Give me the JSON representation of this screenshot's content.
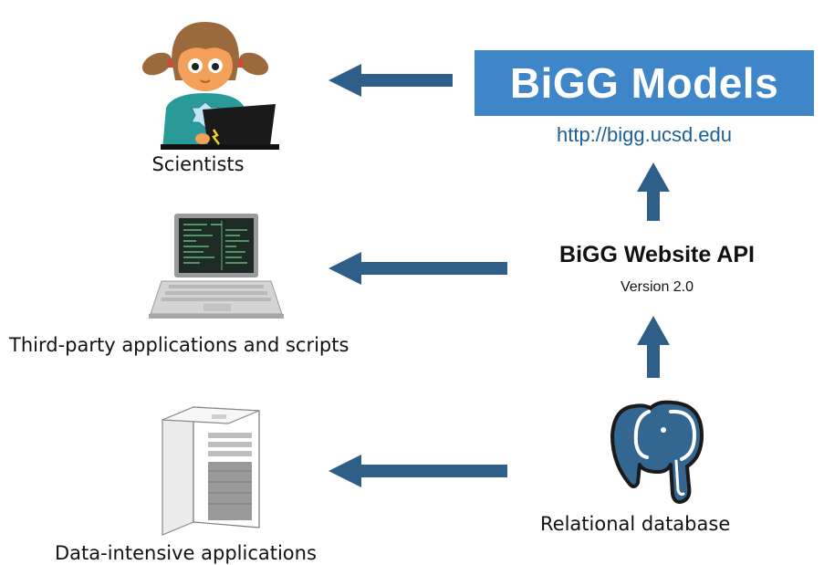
{
  "clients": {
    "scientists_label": "Scientists",
    "third_party_label": "Third-party applications and scripts",
    "data_intensive_label": "Data-intensive applications"
  },
  "bigg": {
    "title": "BiGG Models",
    "url": "http://bigg.ucsd.edu"
  },
  "api": {
    "title": "BiGG Website API",
    "version": "Version 2.0"
  },
  "database": {
    "label": "Relational database"
  },
  "colors": {
    "arrow": "#2f5f88",
    "banner": "#3f86c8",
    "url_text": "#1f5f96"
  }
}
